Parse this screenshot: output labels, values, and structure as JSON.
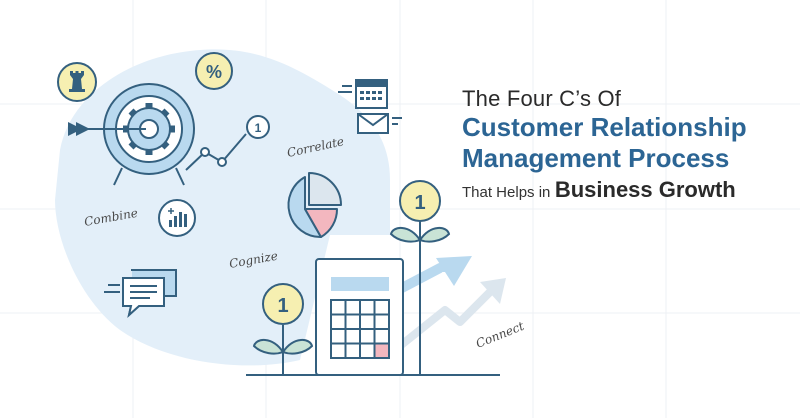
{
  "headline": {
    "line1": "The Four C’s Of",
    "line2": "Customer Relationship",
    "line3": "Management Process",
    "line4a": "That Helps in",
    "line4b": "Business Growth"
  },
  "labels": {
    "combine": "Combine",
    "correlate": "Correlate",
    "cognize": "Cognize",
    "connect": "Connect"
  },
  "badges": {
    "one": "1",
    "percent": "%"
  },
  "colors": {
    "dark_blue": "#2c6594",
    "blob": "#e3eff9",
    "light_blue": "#b9d9ef",
    "yellow": "#f6efb1",
    "pink": "#f3b7bf",
    "green": "#c9e3d6",
    "line": "#34607f"
  }
}
